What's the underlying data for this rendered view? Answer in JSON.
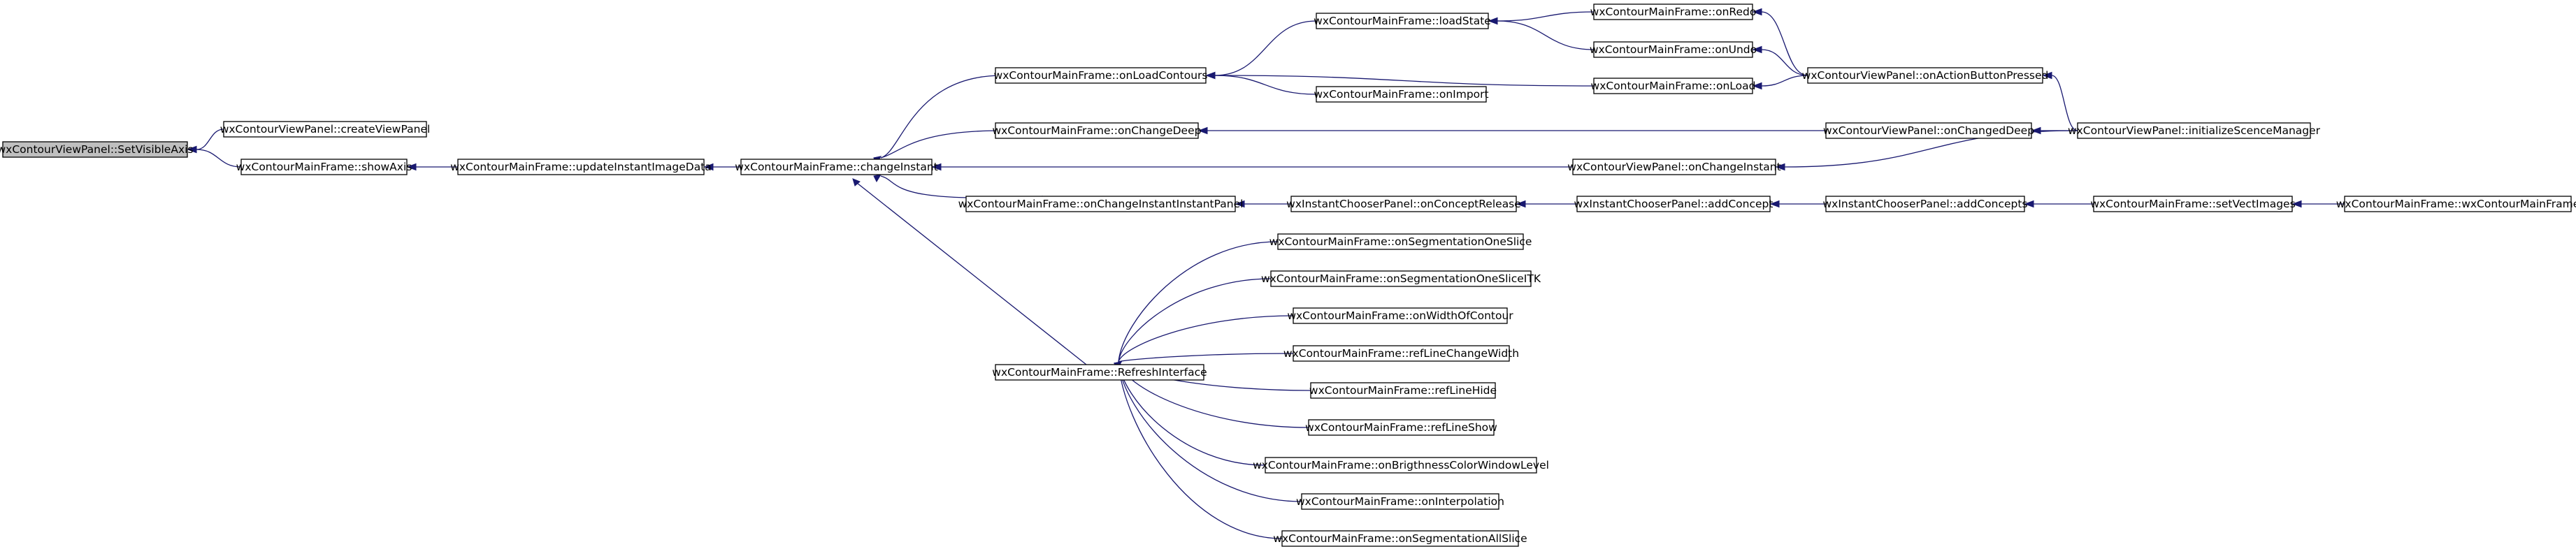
{
  "diagram": {
    "nodes": [
      {
        "id": "n0",
        "label": "wxContourViewPanel::SetVisibleAxis"
      },
      {
        "id": "n1",
        "label": "wxContourViewPanel::createViewPanel"
      },
      {
        "id": "n2",
        "label": "wxContourMainFrame::showAxis"
      },
      {
        "id": "n3",
        "label": "wxContourMainFrame::updateInstantImageData"
      },
      {
        "id": "n4",
        "label": "wxContourMainFrame::changeInstant"
      },
      {
        "id": "n5",
        "label": "wxContourMainFrame::onLoadContours"
      },
      {
        "id": "n6",
        "label": "wxContourMainFrame::onChangeDeep"
      },
      {
        "id": "n7",
        "label": "wxContourMainFrame::onChangeInstantInstantPanel"
      },
      {
        "id": "n8",
        "label": "wxContourMainFrame::RefreshInterface"
      },
      {
        "id": "n9",
        "label": "wxContourMainFrame::loadState"
      },
      {
        "id": "n10",
        "label": "wxContourMainFrame::onImport"
      },
      {
        "id": "n11",
        "label": "wxContourMainFrame::onRedo"
      },
      {
        "id": "n12",
        "label": "wxContourMainFrame::onUndo"
      },
      {
        "id": "n13",
        "label": "wxContourMainFrame::onLoad"
      },
      {
        "id": "n14",
        "label": "wxContourViewPanel::onActionButtonPressed"
      },
      {
        "id": "n15",
        "label": "wxContourViewPanel::onChangedDeep"
      },
      {
        "id": "n16",
        "label": "wxContourViewPanel::initializeScenceManager"
      },
      {
        "id": "n17",
        "label": "wxContourViewPanel::onChangeInstant"
      },
      {
        "id": "n18",
        "label": "wxInstantChooserPanel::onConceptRelease"
      },
      {
        "id": "n19",
        "label": "wxInstantChooserPanel::addConcept"
      },
      {
        "id": "n20",
        "label": "wxInstantChooserPanel::addConcepts"
      },
      {
        "id": "n21",
        "label": "wxContourMainFrame::setVectImages"
      },
      {
        "id": "n22",
        "label": "wxContourMainFrame::wxContourMainFrame"
      },
      {
        "id": "n23",
        "label": "wxContourMainFrame::onSegmentationOneSlice"
      },
      {
        "id": "n24",
        "label": "wxContourMainFrame::onSegmentationOneSliceITK"
      },
      {
        "id": "n25",
        "label": "wxContourMainFrame::onWidthOfContour"
      },
      {
        "id": "n26",
        "label": "wxContourMainFrame::refLineChangeWidth"
      },
      {
        "id": "n27",
        "label": "wxContourMainFrame::refLineHide"
      },
      {
        "id": "n28",
        "label": "wxContourMainFrame::refLineShow"
      },
      {
        "id": "n29",
        "label": "wxContourMainFrame::onBrigthnessColorWindowLevel"
      },
      {
        "id": "n30",
        "label": "wxContourMainFrame::onInterpolation"
      },
      {
        "id": "n31",
        "label": "wxContourMainFrame::onSegmentationAllSlice"
      }
    ],
    "edges": [
      {
        "from": "n1",
        "to": "n0"
      },
      {
        "from": "n2",
        "to": "n0"
      },
      {
        "from": "n3",
        "to": "n2"
      },
      {
        "from": "n4",
        "to": "n3"
      },
      {
        "from": "n5",
        "to": "n4"
      },
      {
        "from": "n6",
        "to": "n4"
      },
      {
        "from": "n17",
        "to": "n4"
      },
      {
        "from": "n7",
        "to": "n4"
      },
      {
        "from": "n8",
        "to": "n4"
      },
      {
        "from": "n9",
        "to": "n5"
      },
      {
        "from": "n13",
        "to": "n5"
      },
      {
        "from": "n10",
        "to": "n5"
      },
      {
        "from": "n11",
        "to": "n9"
      },
      {
        "from": "n12",
        "to": "n9"
      },
      {
        "from": "n14",
        "to": "n11"
      },
      {
        "from": "n14",
        "to": "n12"
      },
      {
        "from": "n14",
        "to": "n13"
      },
      {
        "from": "n16",
        "to": "n14"
      },
      {
        "from": "n15",
        "to": "n6"
      },
      {
        "from": "n16",
        "to": "n15"
      },
      {
        "from": "n16",
        "to": "n17"
      },
      {
        "from": "n18",
        "to": "n7"
      },
      {
        "from": "n19",
        "to": "n18"
      },
      {
        "from": "n20",
        "to": "n19"
      },
      {
        "from": "n21",
        "to": "n20"
      },
      {
        "from": "n22",
        "to": "n21"
      },
      {
        "from": "n23",
        "to": "n8"
      },
      {
        "from": "n24",
        "to": "n8"
      },
      {
        "from": "n25",
        "to": "n8"
      },
      {
        "from": "n26",
        "to": "n8"
      },
      {
        "from": "n27",
        "to": "n8"
      },
      {
        "from": "n28",
        "to": "n8"
      },
      {
        "from": "n29",
        "to": "n8"
      },
      {
        "from": "n30",
        "to": "n8"
      },
      {
        "from": "n31",
        "to": "n8"
      }
    ]
  }
}
